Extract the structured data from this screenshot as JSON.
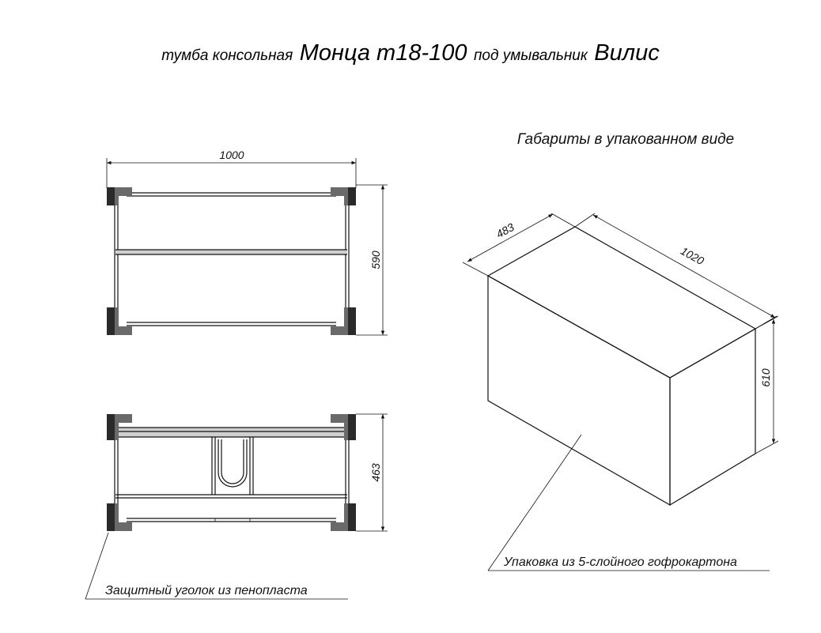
{
  "title": {
    "part1": "тумба консольная",
    "part2": "Монца т18-100",
    "part3": "под умывальник",
    "part4": "Вилис"
  },
  "packed_heading": "Габариты в упакованном виде",
  "dimensions": {
    "top_width": "1000",
    "top_depth": "590",
    "front_height": "463",
    "box_depth": "483",
    "box_length": "1020",
    "box_height": "610"
  },
  "labels": {
    "corner_protector": "Защитный уголок из пенопласта",
    "packaging": "Упаковка из 5-слойного гофрокартона"
  }
}
